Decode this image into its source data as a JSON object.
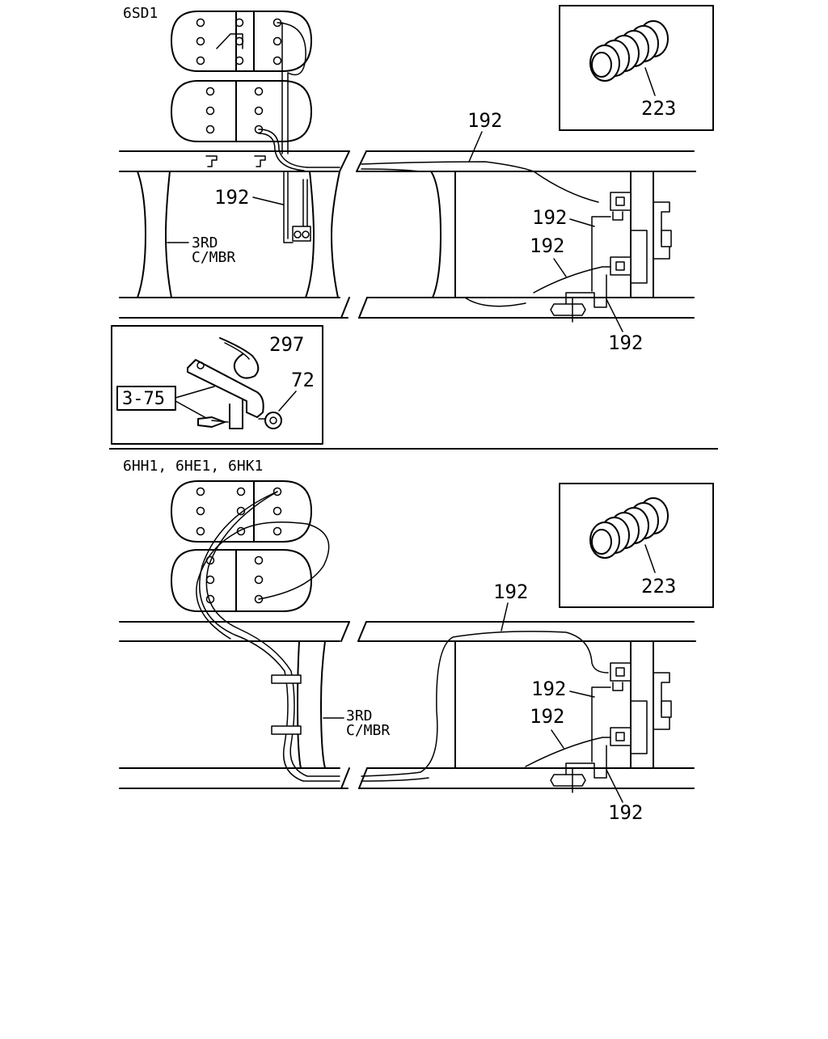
{
  "sections": [
    {
      "engine_label": "6SD1",
      "member_label_line1": "3RD",
      "member_label_line2": "C/MBR",
      "callouts": [
        "192",
        "192",
        "192",
        "192",
        "192",
        "223"
      ]
    },
    {
      "engine_label": "6HH1, 6HE1, 6HK1",
      "member_label_line1": "3RD",
      "member_label_line2": "C/MBR",
      "callouts": [
        "192",
        "192",
        "192",
        "192",
        "223"
      ]
    }
  ],
  "detail": {
    "callout_tie": "297",
    "callout_nut": "72",
    "ref_box": "3-75"
  }
}
